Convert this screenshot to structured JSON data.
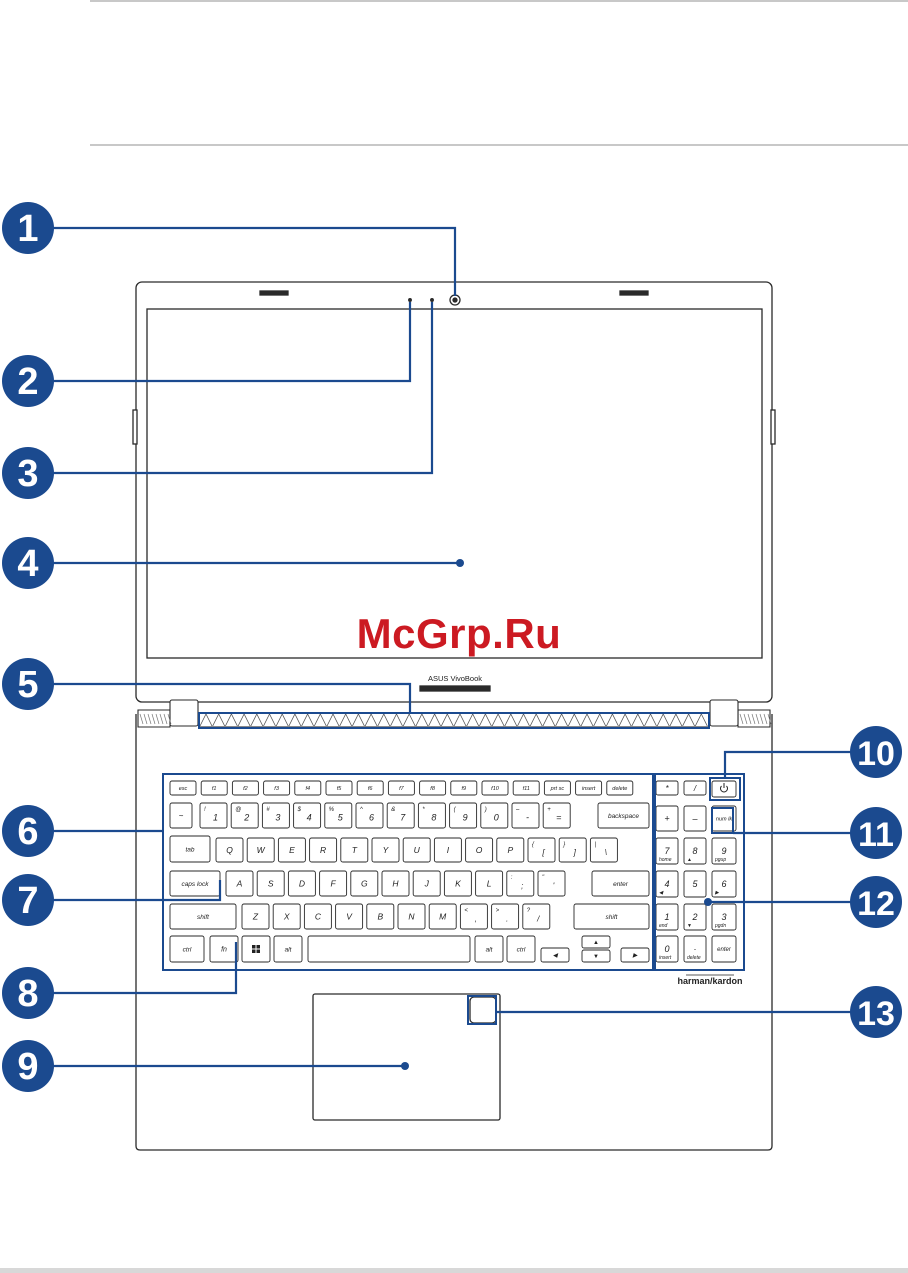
{
  "brand_label": "ASUS VivoBook",
  "audio_label": "harman/kardon",
  "watermark": "McGrp.Ru",
  "accent_color": "#1b4a8f",
  "callouts": [
    "1",
    "2",
    "3",
    "4",
    "5",
    "6",
    "7",
    "8",
    "9",
    "10",
    "11",
    "12",
    "13"
  ],
  "keyboard": {
    "row0": [
      "esc",
      "f1",
      "f2",
      "f3",
      "f4",
      "f5",
      "f6",
      "f7",
      "f8",
      "f9",
      "f10",
      "f11",
      "prt sc",
      "insert",
      "delete"
    ],
    "row1_main": [
      "1",
      "2",
      "3",
      "4",
      "5",
      "6",
      "7",
      "8",
      "9",
      "0",
      "-",
      "="
    ],
    "row1_shift": [
      "!",
      "@",
      "#",
      "$",
      "%",
      "^",
      "&",
      "*",
      "(",
      ")",
      "–",
      "+"
    ],
    "row1_first": "~",
    "backspace": "backspace",
    "tab": "tab",
    "row2": [
      "Q",
      "W",
      "E",
      "R",
      "T",
      "Y",
      "U",
      "I",
      "O",
      "P"
    ],
    "row2_brackets": [
      "[",
      "]",
      "\\"
    ],
    "row2_brackets_shift": [
      "{",
      "}",
      "|"
    ],
    "caps": "caps lock",
    "row3": [
      "A",
      "S",
      "D",
      "F",
      "G",
      "H",
      "J",
      "K",
      "L"
    ],
    "row3_punct": [
      ";",
      "'"
    ],
    "row3_punct_shift": [
      ":",
      "\""
    ],
    "enter": "enter",
    "shift": "shift",
    "row4": [
      "Z",
      "X",
      "C",
      "V",
      "B",
      "N",
      "M"
    ],
    "row4_punct": [
      ",",
      ".",
      "/"
    ],
    "row4_punct_shift": [
      "<",
      ">",
      "?"
    ],
    "ctrl": "ctrl",
    "fn": "fn",
    "alt": "alt",
    "home": "home",
    "end": "end",
    "pgup": "pgup",
    "pgdn": "pgdn"
  },
  "numpad": {
    "row0": [
      "*",
      "/"
    ],
    "row1": [
      "+",
      "–",
      "num lk"
    ],
    "row2": [
      "7",
      "8",
      "9"
    ],
    "row2_sub": [
      "home",
      "▲",
      "pgup"
    ],
    "row3": [
      "4",
      "5",
      "6"
    ],
    "row3_sub": [
      "◀",
      "",
      "▶"
    ],
    "row4": [
      "1",
      "2",
      "3"
    ],
    "row4_sub": [
      "end",
      "▼",
      "pgdn"
    ],
    "row5": [
      "0",
      "·",
      "enter"
    ],
    "row5_sub": [
      "insert",
      "delete",
      ""
    ]
  }
}
